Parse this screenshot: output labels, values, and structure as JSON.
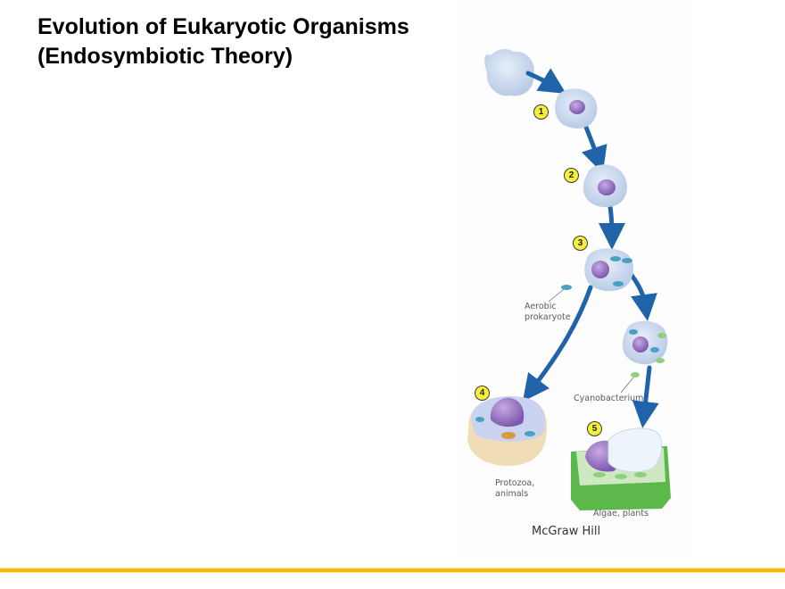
{
  "slide": {
    "title": "Evolution of Eukaryotic Organisms (Endosymbiotic Theory)"
  },
  "figure": {
    "steps": [
      {
        "number": "1"
      },
      {
        "number": "2"
      },
      {
        "number": "3"
      },
      {
        "number": "4"
      },
      {
        "number": "5"
      }
    ],
    "labels": {
      "aerobic_line1": "Aerobic",
      "aerobic_line2": "prokaryote",
      "cyanobacterium": "Cyanobacterium",
      "protozoa_line1": "Protozoa,",
      "protozoa_line2": "animals",
      "algae": "Algae, plants"
    },
    "credit": "McGraw Hill"
  },
  "colors": {
    "arrow": "#1f64a8",
    "badge": "#f7ef3a",
    "footer_rule": "#f7b814",
    "cell_membrane": "#cfdcef",
    "nucleus": "#8a64b4",
    "mitochondria": "#4aa0c0",
    "chloroplast": "#8fd07a",
    "plant_wall": "#5cb84a"
  }
}
